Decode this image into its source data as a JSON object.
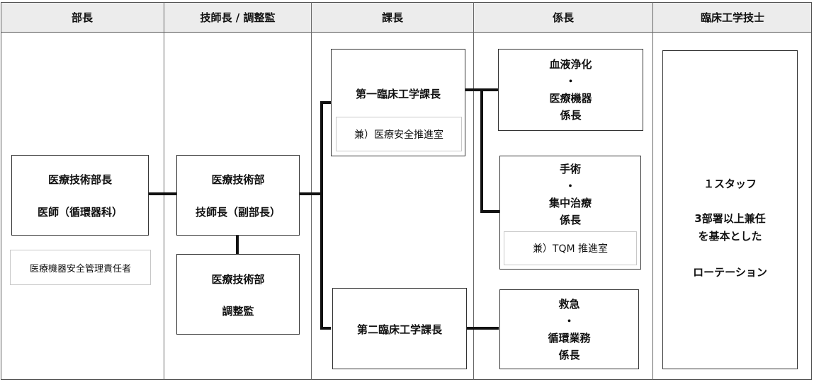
{
  "columns": [
    "部長",
    "技師長 / 調整監",
    "課長",
    "係長",
    "臨床工学技士"
  ],
  "director": {
    "line1": "医療技術部長",
    "line2": "医師（循環器科）",
    "note": "医療機器安全管理責任者"
  },
  "chief_engineer": {
    "line1": "医療技術部",
    "line2": "技師長（副部長）"
  },
  "coordinator": {
    "line1": "医療技術部",
    "line2": "調整監"
  },
  "section1": {
    "title": "第一臨床工学課長",
    "sub": "兼）医療安全推進室"
  },
  "section2": {
    "title": "第二臨床工学課長"
  },
  "chief1": {
    "l1": "血液浄化",
    "l2": "・",
    "l3": "医療機器",
    "l4": "係長"
  },
  "chief2": {
    "l1": "手術",
    "l2": "・",
    "l3": "集中治療",
    "l4": "係長",
    "sub": "兼）TQM 推進室"
  },
  "chief3": {
    "l1": "救急",
    "l2": "・",
    "l3": "循環業務",
    "l4": "係長"
  },
  "staff": {
    "l1": "１スタッフ",
    "l2": "3部署以上兼任",
    "l3": "を基本とした",
    "l4": "ローテーション"
  }
}
